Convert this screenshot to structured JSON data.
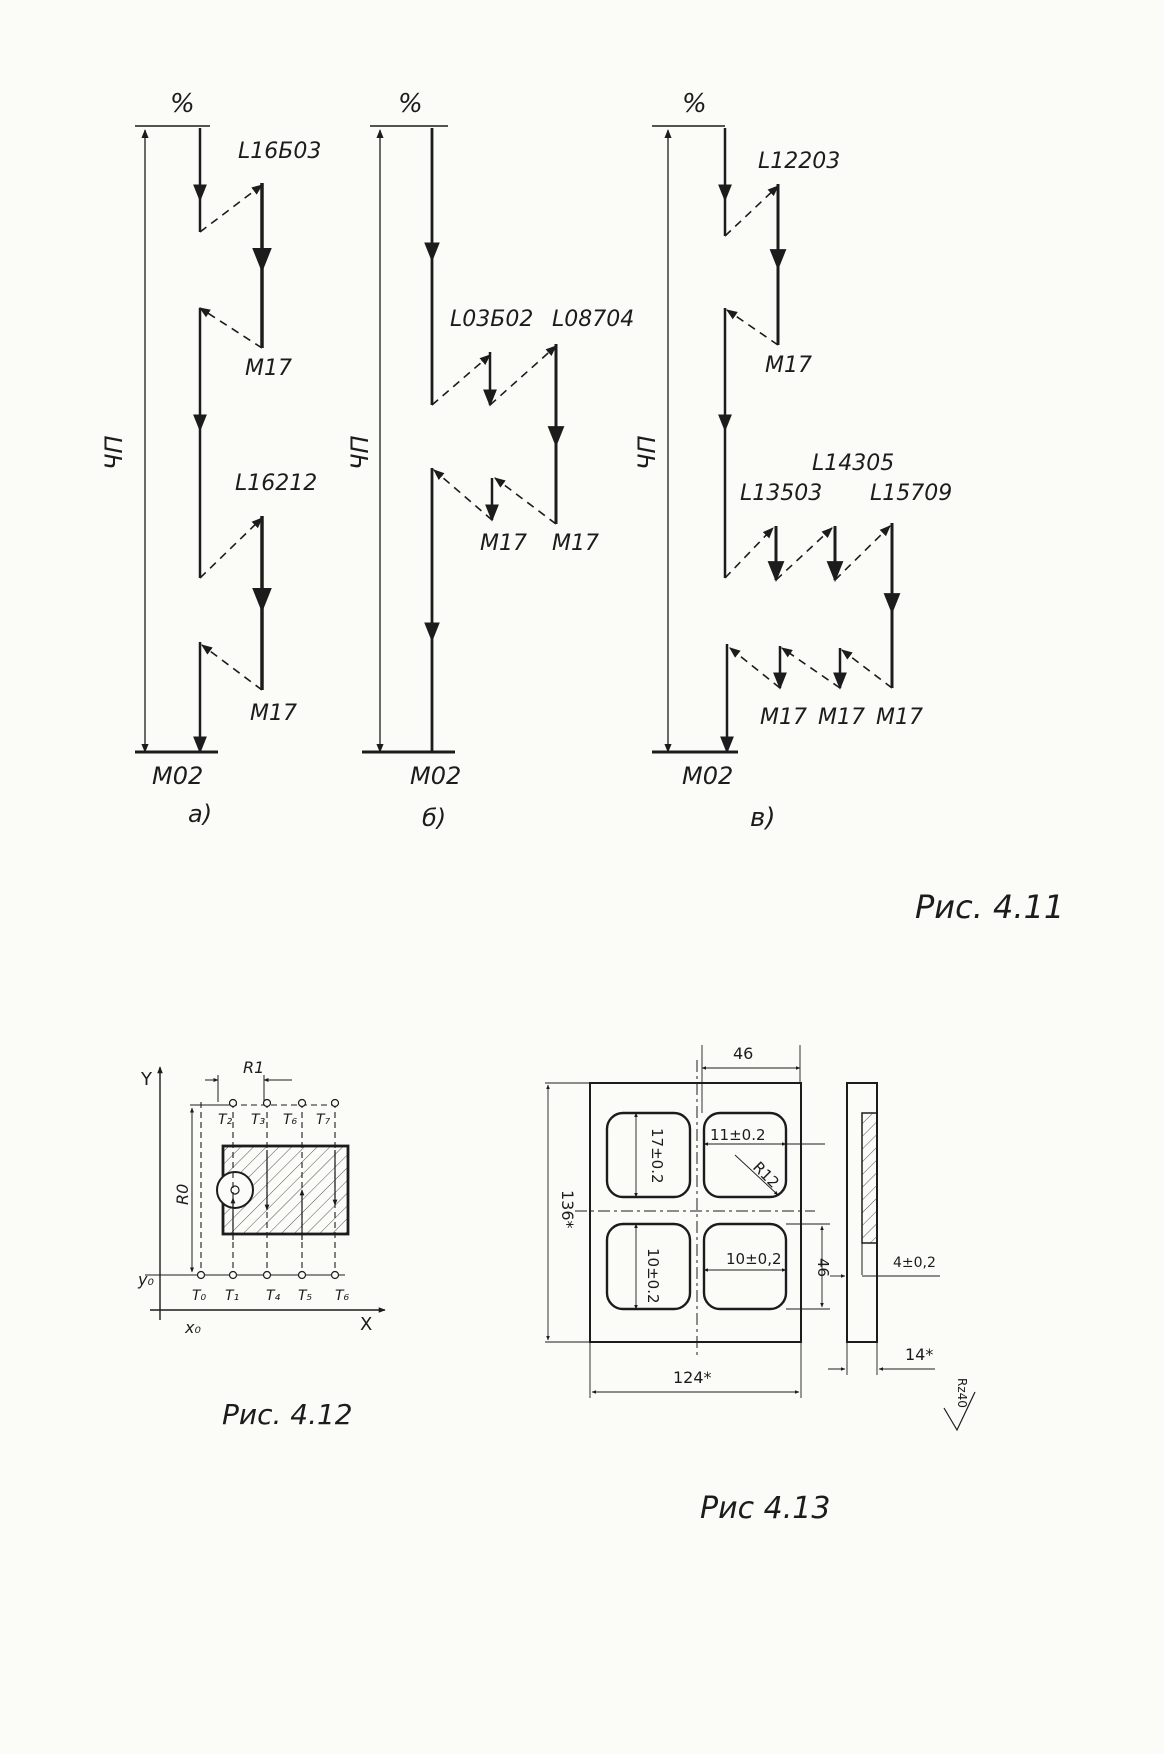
{
  "fig411": {
    "a": {
      "start": "%",
      "axis": "ЧП",
      "labels": [
        "L16Б03",
        "M17",
        "L16212",
        "M17"
      ],
      "end": "M02",
      "caption": "а)"
    },
    "b": {
      "start": "%",
      "axis": "ЧП",
      "labels": [
        "L03Б02",
        "L08704",
        "M17",
        "M17"
      ],
      "end": "M02",
      "caption": "б)"
    },
    "v": {
      "start": "%",
      "axis": "ЧП",
      "labels": [
        "L12203",
        "M17",
        "L14305",
        "L13503",
        "L15709",
        "M17",
        "M17",
        "M17"
      ],
      "end": "M02",
      "caption": "в)"
    },
    "caption": "Рис. 4.11"
  },
  "fig412": {
    "dim": "R1",
    "rdim": "R0",
    "y_axis": "Y",
    "x_axis": "X",
    "y0": "y₀",
    "x0": "x₀",
    "top_points": [
      "T₂",
      "T₃",
      "T₆",
      "T₇"
    ],
    "bottom_points": [
      "T₀",
      "T₁",
      "T₄",
      "T₅",
      "T₆"
    ],
    "caption": "Рис. 4.12"
  },
  "fig413": {
    "dims": [
      "46",
      "17±0.2",
      "11±0.2",
      "R12",
      "136*",
      "10±0.2",
      "10±0,2",
      "46",
      "124*",
      "4±0,2",
      "14*",
      "Rz40"
    ],
    "caption": "Рис 4.13"
  }
}
